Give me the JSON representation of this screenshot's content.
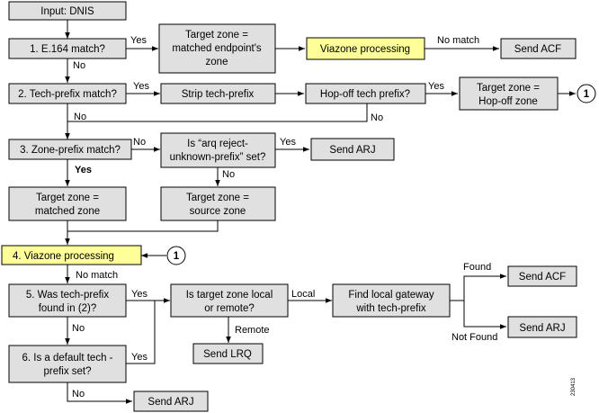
{
  "nodes": {
    "input": "Input:  DNIS",
    "e164": "1. E.164 match?",
    "target_endpoint": [
      "Target zone =",
      "matched endpoint's",
      "zone"
    ],
    "viazone1": "Viazone processing",
    "send_acf1": "Send ACF",
    "techprefix": "2. Tech-prefix match?",
    "strip": "Strip tech-prefix",
    "hopoff": "Hop-off tech prefix?",
    "target_hopoff": [
      "Target zone =",
      "Hop-off zone"
    ],
    "connector_1a": "1",
    "zoneprefix": "3. Zone-prefix match?",
    "arq": [
      "Is “arq reject-",
      "unknown-prefix” set?"
    ],
    "send_arj1": "Send ARJ",
    "target_matched": [
      "Target zone =",
      "matched zone"
    ],
    "target_source": [
      "Target zone =",
      "source zone"
    ],
    "viazone4": "4. Viazone processing",
    "connector_1b": "1",
    "was_tech": [
      "5. Was tech-prefix",
      "found in (2)?"
    ],
    "local_remote": [
      "Is target zone local",
      "or remote?"
    ],
    "find_gw": [
      "Find local gateway",
      "with tech-prefix"
    ],
    "send_acf2": "Send ACF",
    "send_arj2": "Send ARJ",
    "send_lrq": "Send LRQ",
    "default_tech": [
      "6. Is a default tech -",
      "prefix set?"
    ],
    "send_arj3": "Send ARJ"
  },
  "edges": {
    "e164_yes": "Yes",
    "e164_no": "No",
    "viazone_nomatch": "No match",
    "tech_yes": "Yes",
    "hopoff_yes": "Yes",
    "tech_no": "No",
    "hopoff_no": "No",
    "zone_no": "No",
    "arq_yes": "Yes",
    "arq_no": "No",
    "zone_yes": "Yes",
    "viazone4_nomatch": "No match",
    "was_yes": "Yes",
    "local": "Local",
    "remote": "Remote",
    "found": "Found",
    "not_found": "Not Found",
    "was_no": "No",
    "default_yes": "Yes",
    "default_no": "No"
  },
  "figure_id": "230413"
}
